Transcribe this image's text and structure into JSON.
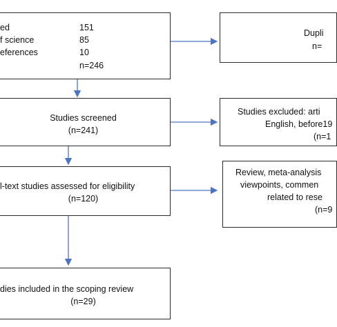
{
  "boxes": {
    "identified": {
      "row1_label": "ed",
      "row1_value": "151",
      "row2_label": "f science",
      "row2_value": "85",
      "row3_label": "eferences",
      "row3_value": "10",
      "total": "n=246"
    },
    "duplicates": {
      "line1": "Dupli",
      "line2": "n="
    },
    "screened": {
      "line1": "Studies screened",
      "line2": "(n=241)"
    },
    "excluded_screen": {
      "line1": "Studies excluded: arti",
      "line2": "English, before19",
      "line3": "(n=1"
    },
    "eligibility": {
      "line1": "l-text studies assessed for eligibility",
      "line2": "(n=120)"
    },
    "excluded_fulltext": {
      "line1": "Review, meta-analysis",
      "line2": "viewpoints, commen",
      "line3": "related to rese",
      "line4": "(n=9"
    },
    "included": {
      "line1": "dies included in the scoping review",
      "line2": "(n=29)"
    }
  },
  "colors": {
    "arrow": "#4a74c4",
    "border": "#2b2b2b"
  }
}
